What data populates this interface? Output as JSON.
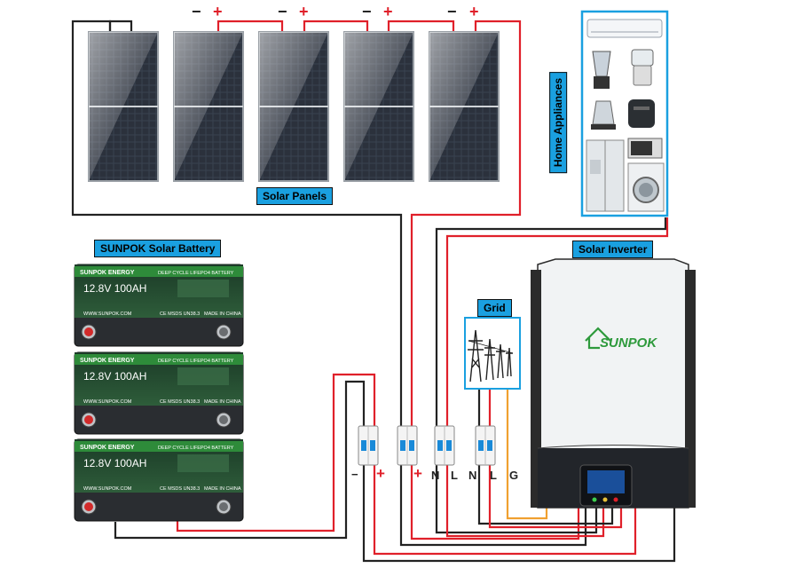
{
  "labels": {
    "solar_panels": "Solar Panels",
    "battery": "SUNPOK Solar Battery",
    "inverter": "Solar Inverter",
    "grid": "Grid",
    "appliances": "Home Appliances"
  },
  "panel_polarity": {
    "minus": "−",
    "plus": "+"
  },
  "battery_units": [
    {
      "brand": "SUNPOK ENERGY",
      "type": "DEEP CYCLE LIFEPO4 BATTERY",
      "rating": "12.8V 100AH",
      "website": "WWW.SUNPOK.COM",
      "certs": "CE MSDS UN38.3",
      "made_in": "MADE IN CHINA"
    },
    {
      "brand": "SUNPOK ENERGY",
      "type": "DEEP CYCLE LIFEPO4 BATTERY",
      "rating": "12.8V 100AH",
      "website": "WWW.SUNPOK.COM",
      "certs": "CE MSDS UN38.3",
      "made_in": "MADE IN CHINA"
    },
    {
      "brand": "SUNPOK ENERGY",
      "type": "DEEP CYCLE LIFEPO4 BATTERY",
      "rating": "12.8V 100AH",
      "website": "WWW.SUNPOK.COM",
      "certs": "CE MSDS UN38.3",
      "made_in": "MADE IN CHINA"
    }
  ],
  "inverter_logo": "SUNPOK",
  "breaker_terminals": [
    "−",
    "+",
    "+",
    "N",
    "L",
    "N",
    "L",
    "G"
  ],
  "colors": {
    "accent": "#1aa0e0",
    "positive_wire": "#e0202a",
    "negative_wire": "#222222",
    "ground_wire": "#f0a030",
    "battery_green": "#2e8b3a"
  }
}
